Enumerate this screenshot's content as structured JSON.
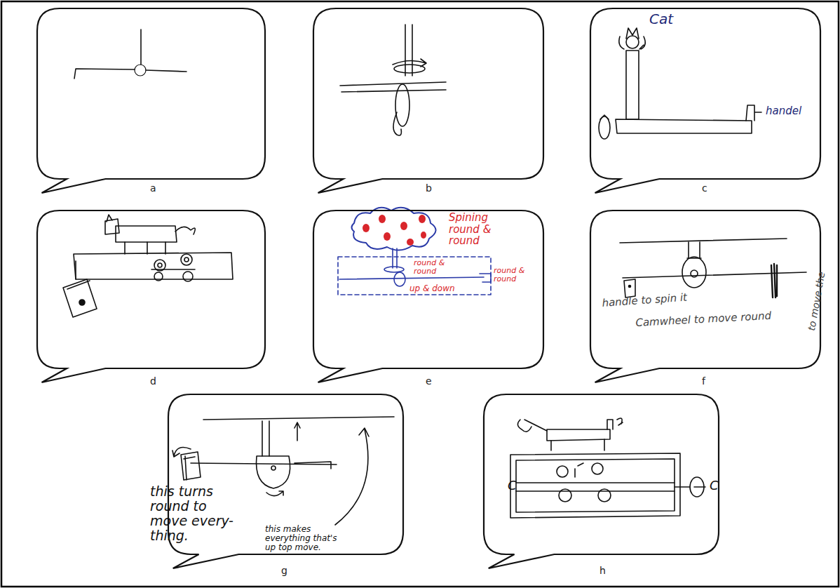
{
  "diagram": {
    "nodes": [
      {
        "text": [
          "a"
        ]
      },
      {
        "text": [
          "b"
        ]
      },
      {
        "text": [
          "Cat",
          "handel",
          "c"
        ]
      },
      {
        "text": [
          "d"
        ]
      },
      {
        "text": [
          "Spining round & round",
          "round & round",
          "round & round",
          "up & down",
          "e"
        ]
      },
      {
        "text": [
          "handle to spin it",
          "Camwheel to move round",
          "to move the",
          "f"
        ]
      },
      {
        "text": [
          "this turns round to move every-thing.",
          "this makes everything that's up top move.",
          "g"
        ]
      },
      {
        "text": [
          "C",
          "C",
          "h"
        ]
      }
    ]
  }
}
